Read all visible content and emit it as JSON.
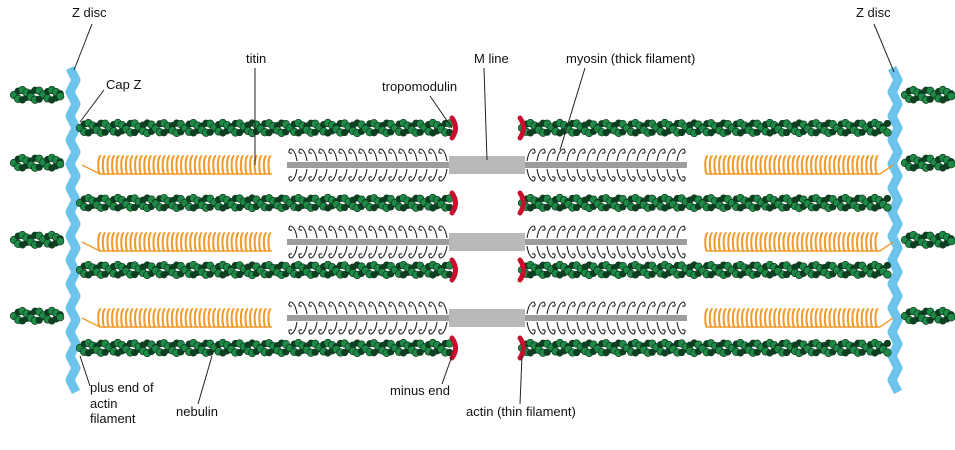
{
  "labels": {
    "z_disc_left": "Z disc",
    "z_disc_right": "Z disc",
    "cap_z": "Cap Z",
    "titin": "titin",
    "tropomodulin": "tropomodulin",
    "m_line": "M line",
    "myosin": "myosin (thick filament)",
    "plus_end": "plus end of actin filament",
    "nebulin": "nebulin",
    "minus_end": "minus end",
    "actin": "actin (thin filament)"
  },
  "colors": {
    "z_disc": "#6cc3ec",
    "actin_green": "#1f8a48",
    "actin_dark": "#0e3f20",
    "titin_orange": "#f39a2c",
    "tropomodulin_red": "#c8102e",
    "myosin_gray": "#9d9d9d",
    "leader_line": "#222222"
  }
}
